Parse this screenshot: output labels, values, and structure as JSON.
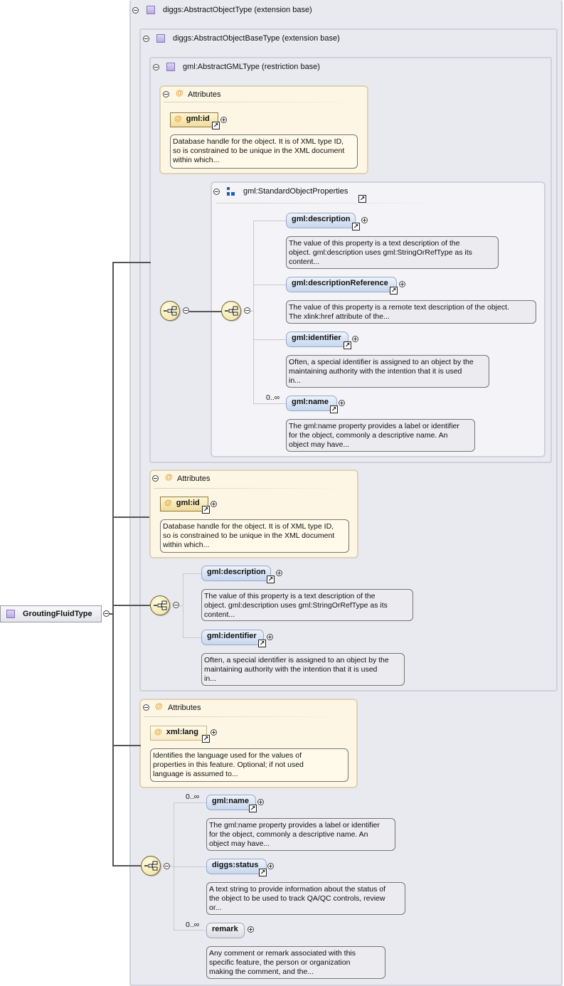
{
  "root": {
    "label": "GroutingFluidType"
  },
  "ext1": {
    "label": "diggs:AbstractObjectType (extension base)"
  },
  "ext2": {
    "label": "diggs:AbstractObjectBaseType (extension base)"
  },
  "ext3": {
    "label": "gml:AbstractGMLType (restriction base)"
  },
  "attributes_heading": "Attributes",
  "ref_arrow": "↗",
  "attr1": {
    "name": "gml:id",
    "doc": "Database handle for the object. It is of XML type ID,\nso is constrained to be unique in the XML document\nwithin which..."
  },
  "group": {
    "label": "gml:StandardObjectProperties"
  },
  "inner": {
    "description": {
      "name": "gml:description",
      "doc": "The value of this property is a text description of the\nobject. gml:description uses gml:StringOrRefType as its\ncontent..."
    },
    "descriptionReference": {
      "name": "gml:descriptionReference",
      "doc": "The value of this property is a remote text description of the object.\nThe xlink:href attribute of the..."
    },
    "identifier": {
      "name": "gml:identifier",
      "doc": "Often, a special identifier is assigned to an object by the\nmaintaining authority with the intention that it is used\nin..."
    },
    "name": {
      "name": "gml:name",
      "mult": "0..∞",
      "doc": "The gml:name property provides a label or identifier\nfor the object, commonly a descriptive name. An\nobject may have..."
    }
  },
  "attr2": {
    "name": "gml:id",
    "doc": "Database handle for the object. It is of XML type ID,\nso is constrained to be unique in the XML document\nwithin which..."
  },
  "mid": {
    "description": {
      "name": "gml:description",
      "doc": "The value of this property is a text description of the\nobject. gml:description uses gml:StringOrRefType as its\ncontent..."
    },
    "identifier": {
      "name": "gml:identifier",
      "doc": "Often, a special identifier is assigned to an object by the\nmaintaining authority with the intention that it is used\nin..."
    }
  },
  "attr3": {
    "name": "xml:lang",
    "doc": "Identifies the language used for the values of\nproperties in this feature. Optional; if not used\nlanguage is assumed to..."
  },
  "bottom": {
    "name": {
      "name": "gml:name",
      "mult": "0..∞",
      "doc": "The gml:name property provides a label or identifier\nfor the object, commonly a descriptive name. An\nobject may have..."
    },
    "status": {
      "name": "diggs:status",
      "doc": "A text string to provide information about the status of\nthe object to be used to track QA/QC controls, review\nor..."
    },
    "remark": {
      "name": "remark",
      "mult": "0..∞",
      "doc": "Any comment or remark associated with this\nspecific feature, the person or organization\nmaking the comment, and the..."
    }
  }
}
